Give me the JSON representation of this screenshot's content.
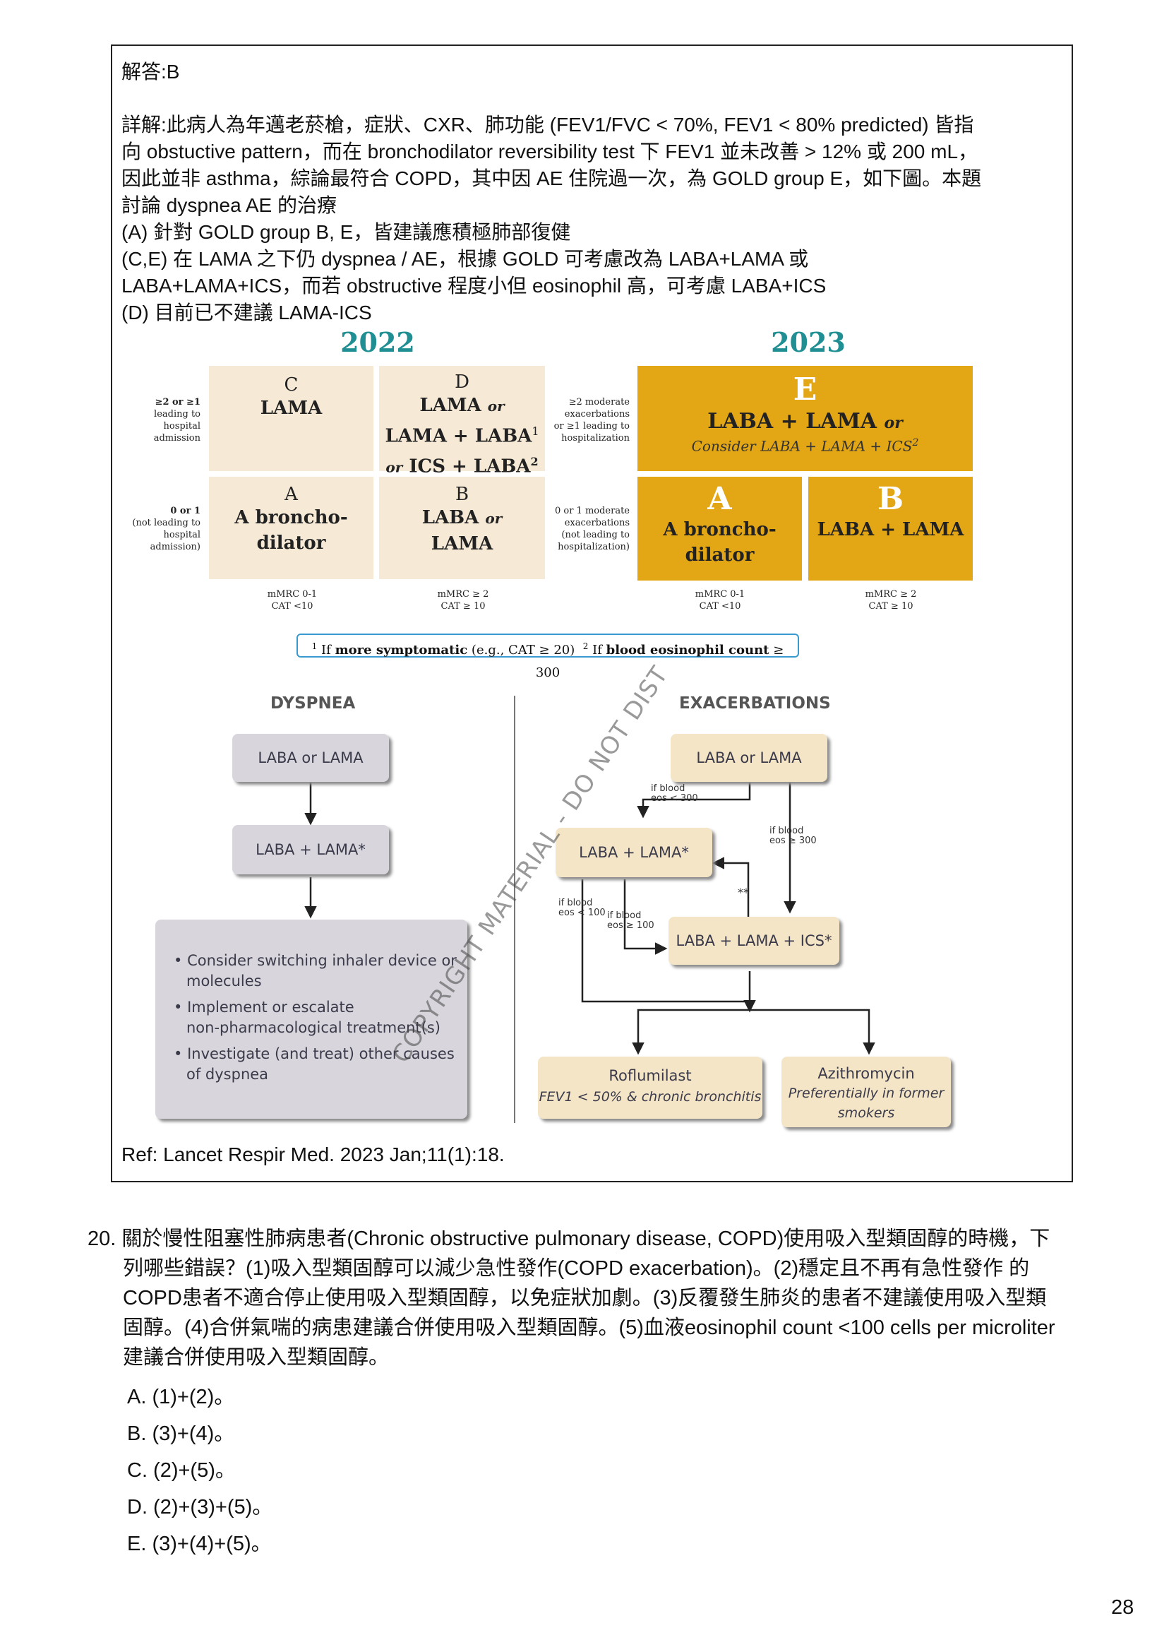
{
  "answer": {
    "label": "解答:B",
    "explanation_lines": [
      "詳解:此病人為年邁老菸槍，症狀、CXR、肺功能 (FEV1/FVC < 70%, FEV1 < 80% predicted) 皆指",
      "向 obstuctive pattern，而在 bronchodilator reversibility test 下 FEV1 並未改善 > 12% 或 200 mL，",
      "因此並非 asthma，綜論最符合 COPD，其中因 AE 住院過一次，為 GOLD group E，如下圖。本題",
      "討論 dyspnea AE 的治療",
      "(A) 針對 GOLD group B, E，皆建議應積極肺部復健",
      "(C,E)  在 LAMA 之下仍 dyspnea / AE，根據 GOLD 可考慮改為 LABA+LAMA 或",
      "LABA+LAMA+ICS，而若 obstructive 程度小但 eosinophil 高，可考慮 LABA+ICS",
      "(D) 目前已不建議 LAMA-ICS"
    ],
    "reference": "Ref: Lancet Respir Med. 2023 Jan;11(1):18."
  },
  "gold_figure": {
    "year_2022": "2022",
    "year_2023": "2023",
    "row_label_2022_top": [
      "≥2 or ≥1",
      "leading to",
      "hospital",
      "admission"
    ],
    "row_label_2022_bottom": [
      "0 or 1",
      "(not leading to",
      "hospital",
      "admission)"
    ],
    "row_label_2023_top": [
      "≥2 moderate",
      "exacerbations",
      "or ≥1 leading to",
      "hospitalization"
    ],
    "row_label_2023_bottom": [
      "0 or 1 moderate",
      "exacerbations",
      "(not leading to",
      "hospitalization)"
    ],
    "cell_c": {
      "letter": "C",
      "text": "LAMA"
    },
    "cell_d": {
      "letter": "D",
      "line1": "LAMA",
      "or1": "or",
      "line2": "LAMA + LABA",
      "sup1": "1",
      "or2": "or",
      "line3": "ICS + LABA",
      "sup2": "2"
    },
    "cell_a": {
      "letter": "A",
      "line1": "A broncho-",
      "line2": "dilator"
    },
    "cell_b": {
      "letter": "B",
      "line1": "LABA",
      "or": "or",
      "line2": "LAMA"
    },
    "cell_e": {
      "letter": "E",
      "line1": "LABA + LAMA",
      "or": "or",
      "line2": "Consider LABA + LAMA + ICS",
      "sup": "2"
    },
    "cell_a23": {
      "letter": "A",
      "line1": "A broncho-",
      "line2": "dilator"
    },
    "cell_b23": {
      "letter": "B",
      "text": "LABA + LAMA"
    },
    "col_low": [
      "mMRC 0-1",
      "CAT <10"
    ],
    "col_high": [
      "mMRC ≥ 2",
      "CAT ≥ 10"
    ],
    "footnote": {
      "sup1": "1",
      "pre1": "If",
      "bold1": "more symptomatic",
      "mid1": "(e.g., CAT ≥ 20)",
      "sup2": "2",
      "pre2": "If",
      "bold2": "blood eosinophil count",
      "post2": "≥ 300"
    }
  },
  "flow": {
    "dyspnea_title": "DYSPNEA",
    "exacerbations_title": "EXACERBATIONS",
    "d_box1": "LABA or LAMA",
    "d_box2": "LABA + LAMA*",
    "d_bullets": [
      "Consider switching inhaler device or",
      "molecules",
      "Implement or escalate",
      "non-pharmacological treatment(s)",
      "Investigate (and treat) other causes",
      "of dyspnea"
    ],
    "e_box1": "LABA or LAMA",
    "e_box2": "LABA + LAMA*",
    "e_box3": "LABA + LAMA + ICS*",
    "e_box4_title": "Roflumilast",
    "e_box4_sub": "FEV1 < 50% & chronic bronchitis",
    "e_box5_title": "Azithromycin",
    "e_box5_sub1": "Preferentially in former",
    "e_box5_sub2": "smokers",
    "label_eos_lt300": [
      "if blood",
      "eos < 300"
    ],
    "label_eos_ge300": [
      "if blood",
      "eos ≥ 300"
    ],
    "label_eos_lt100": [
      "if blood",
      "eos < 100"
    ],
    "label_eos_ge100": [
      "if blood",
      "eos ≥ 100"
    ],
    "double_star": "**",
    "watermark": "COPYRIGHT MATERIAL - DO NOT DIST"
  },
  "question": {
    "lines": [
      "20. 關於慢性阻塞性肺病患者(Chronic obstructive pulmonary disease, COPD)使用吸入型類固醇的時機，下",
      "列哪些錯誤？(1)吸入型類固醇可以減少急性發作(COPD exacerbation)。(2)穩定且不再有急性發作 的",
      "COPD患者不適合停止使用吸入型類固醇，以免症狀加劇。(3)反覆發生肺炎的患者不建議使用吸入型類",
      "固醇。(4)合併氣喘的病患建議合併使用吸入型類固醇。(5)血液eosinophil count <100 cells per  microliter",
      "建議合併使用吸入型類固醇。"
    ],
    "options": [
      "A. (1)+(2)。",
      "B. (3)+(4)。",
      "C. (2)+(5)。",
      "D. (2)+(3)+(5)。",
      "E. (3)+(4)+(5)。"
    ]
  },
  "page_number": "28"
}
